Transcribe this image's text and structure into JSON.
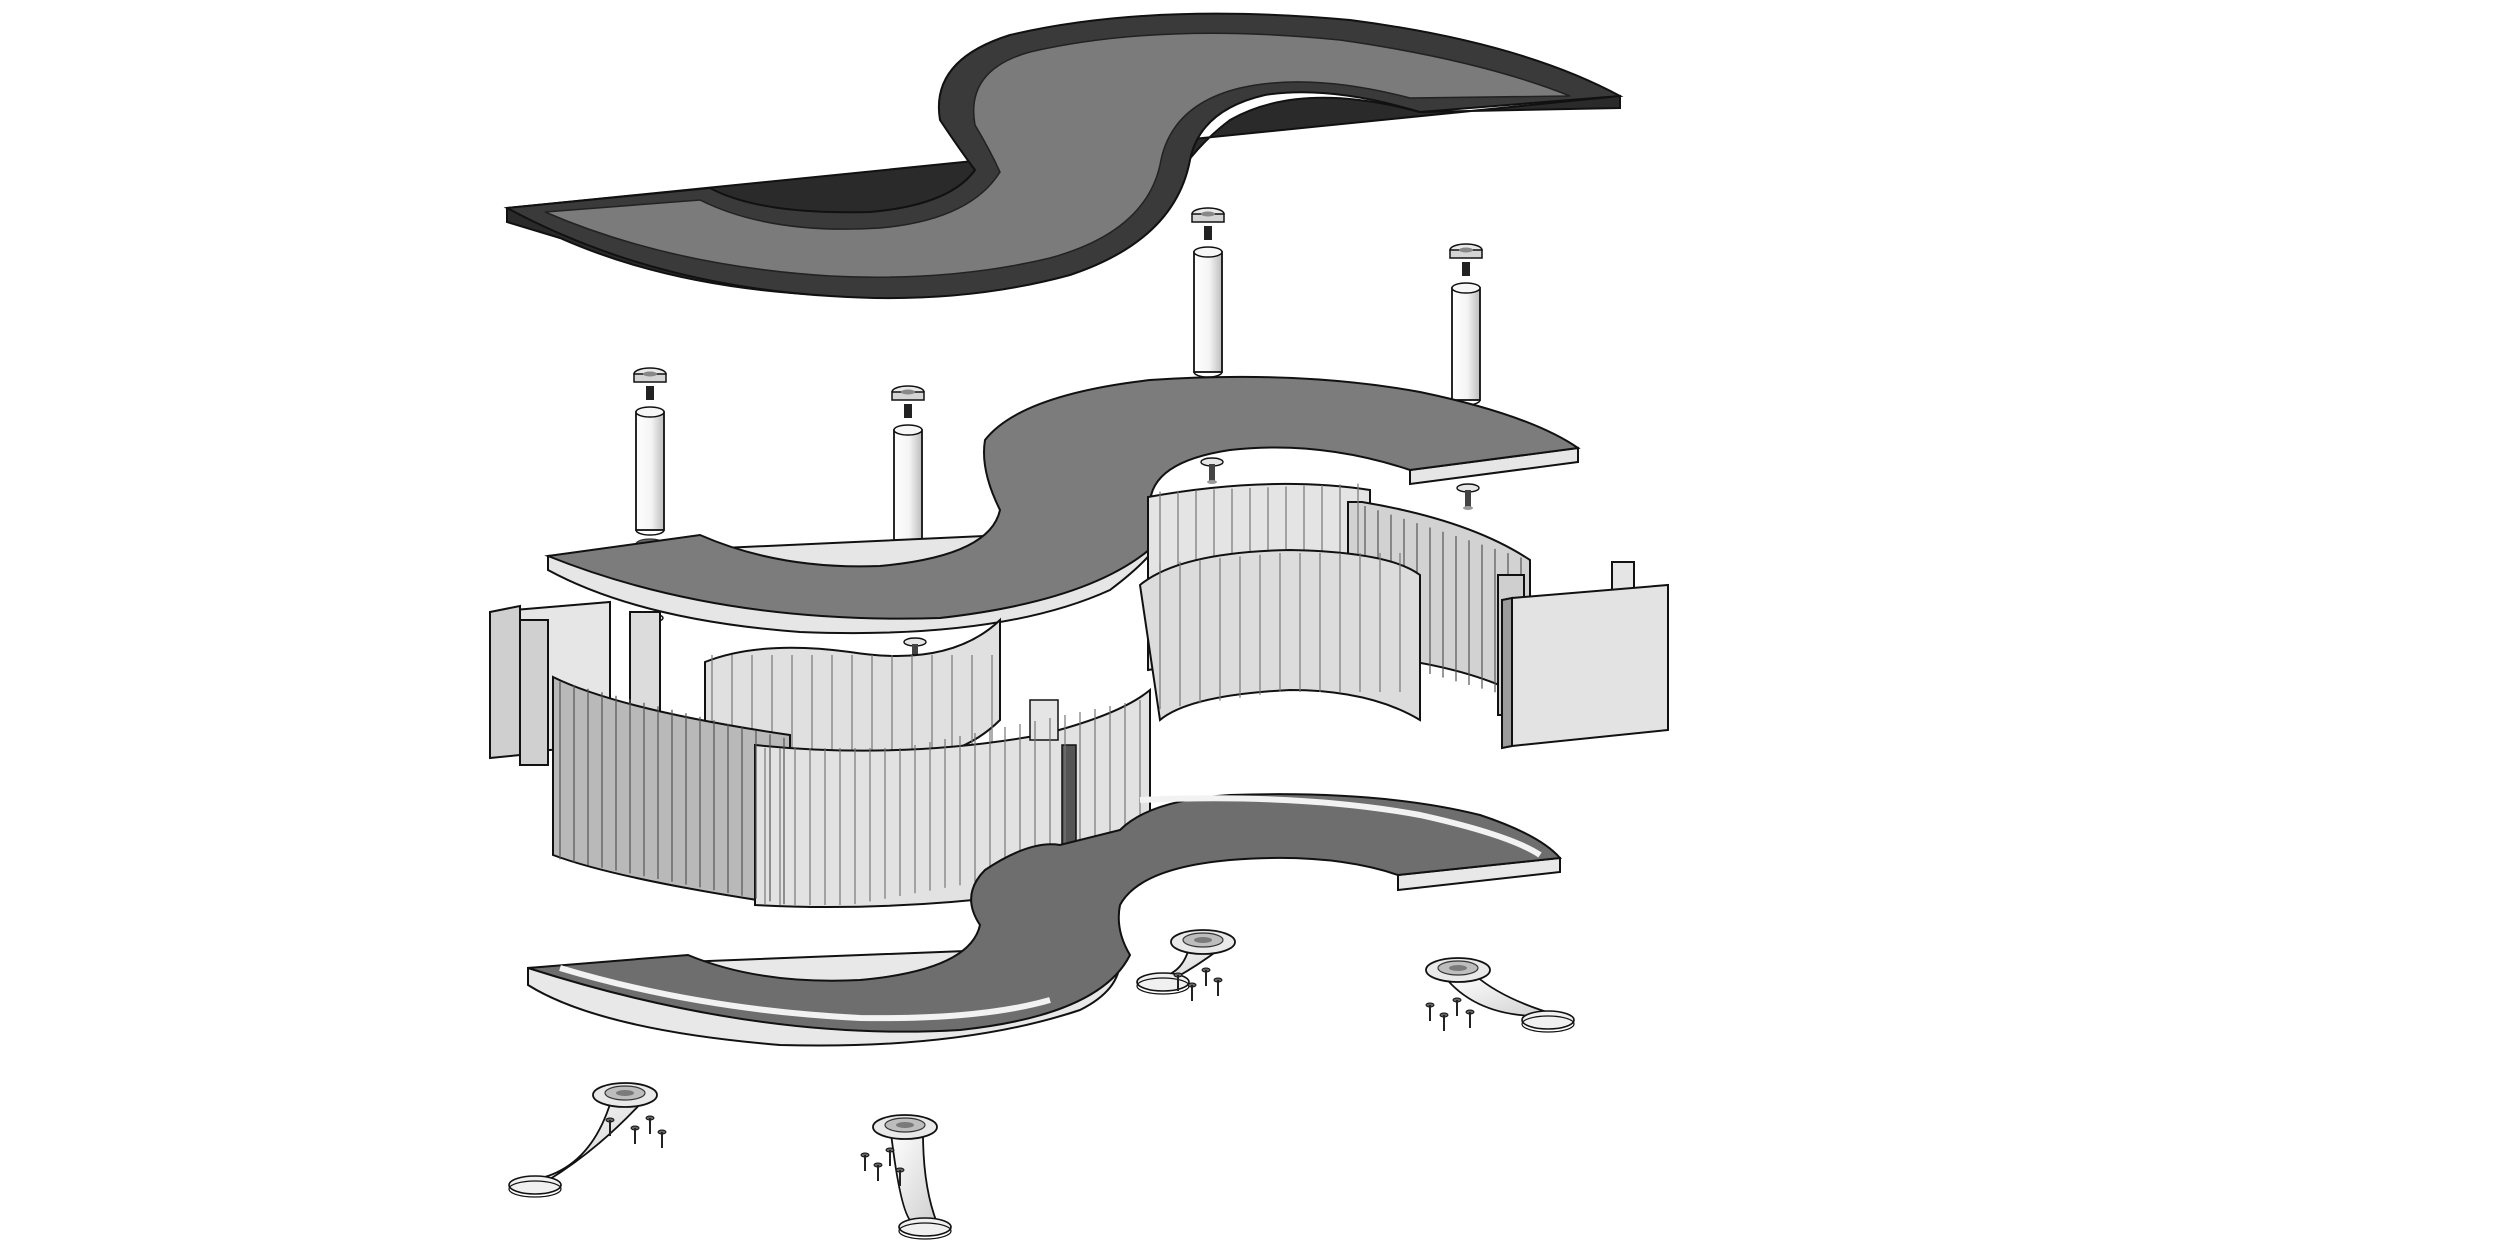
{
  "diagram": {
    "type": "exploded-assembly",
    "view": "isometric",
    "text_labels": [],
    "components": [
      {
        "name": "top-panel",
        "shape": "s-curve",
        "color": "#3a3a3a",
        "inset_color": "#7a7a7a",
        "count": 1
      },
      {
        "name": "connector-cap",
        "count": 4
      },
      {
        "name": "cylindrical-post",
        "count": 4
      },
      {
        "name": "middle-shelf",
        "shape": "s-curve",
        "color": "#7c7c7c",
        "count": 1
      },
      {
        "name": "cam-fitting",
        "count": 4
      },
      {
        "name": "fluted-curved-wall",
        "count": 4
      },
      {
        "name": "flat-side-panel",
        "count": 4
      },
      {
        "name": "base-panel",
        "shape": "s-curve",
        "color": "#6e6e6e",
        "count": 1
      },
      {
        "name": "curved-leg",
        "count": 4
      },
      {
        "name": "wood-screw",
        "count": 16
      }
    ],
    "colors": {
      "background": "#ffffff",
      "outline": "#1a1a1a",
      "dark_face": "#3a3a3a",
      "mid_face": "#7c7c7c",
      "light_face": "#d6d6d6",
      "edge_face": "#eeeeee"
    }
  }
}
